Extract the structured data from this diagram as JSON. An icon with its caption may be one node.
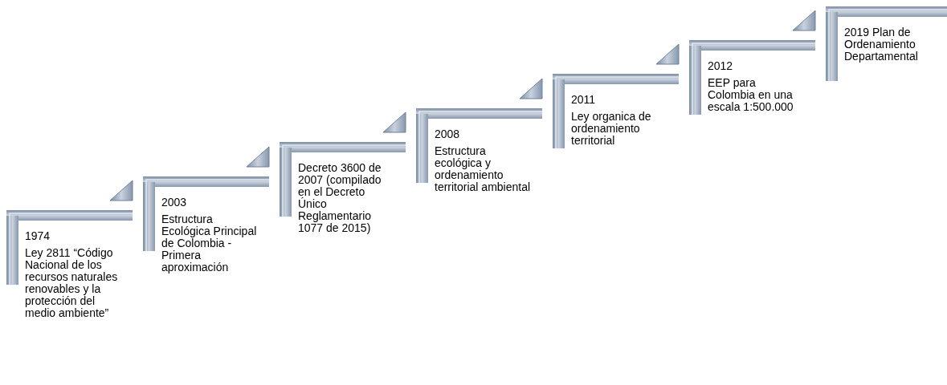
{
  "diagram": {
    "nodes": [
      {
        "text": [
          "1974",
          "Ley 2811 “Código Nacional de los recursos naturales renovables y la protección del medio ambiente”"
        ]
      },
      {
        "text": [
          "2003",
          "Estructura Ecológica Principal de Colombia - Primera aproximación"
        ]
      },
      {
        "text": [
          "Decreto 3600 de 2007 (compilado en el Decreto Único Reglamentario 1077 de 2015)"
        ]
      },
      {
        "text": [
          "2008",
          "Estructura ecológica y ordenamiento territorial ambiental"
        ]
      },
      {
        "text": [
          "2011",
          "Ley organica de ordenamiento territorial"
        ]
      },
      {
        "text": [
          "2012",
          "EEP para Colombia en una escala 1:500.000"
        ]
      },
      {
        "text": [
          "2019 Plan de Ordenamiento Departamental"
        ]
      }
    ]
  }
}
